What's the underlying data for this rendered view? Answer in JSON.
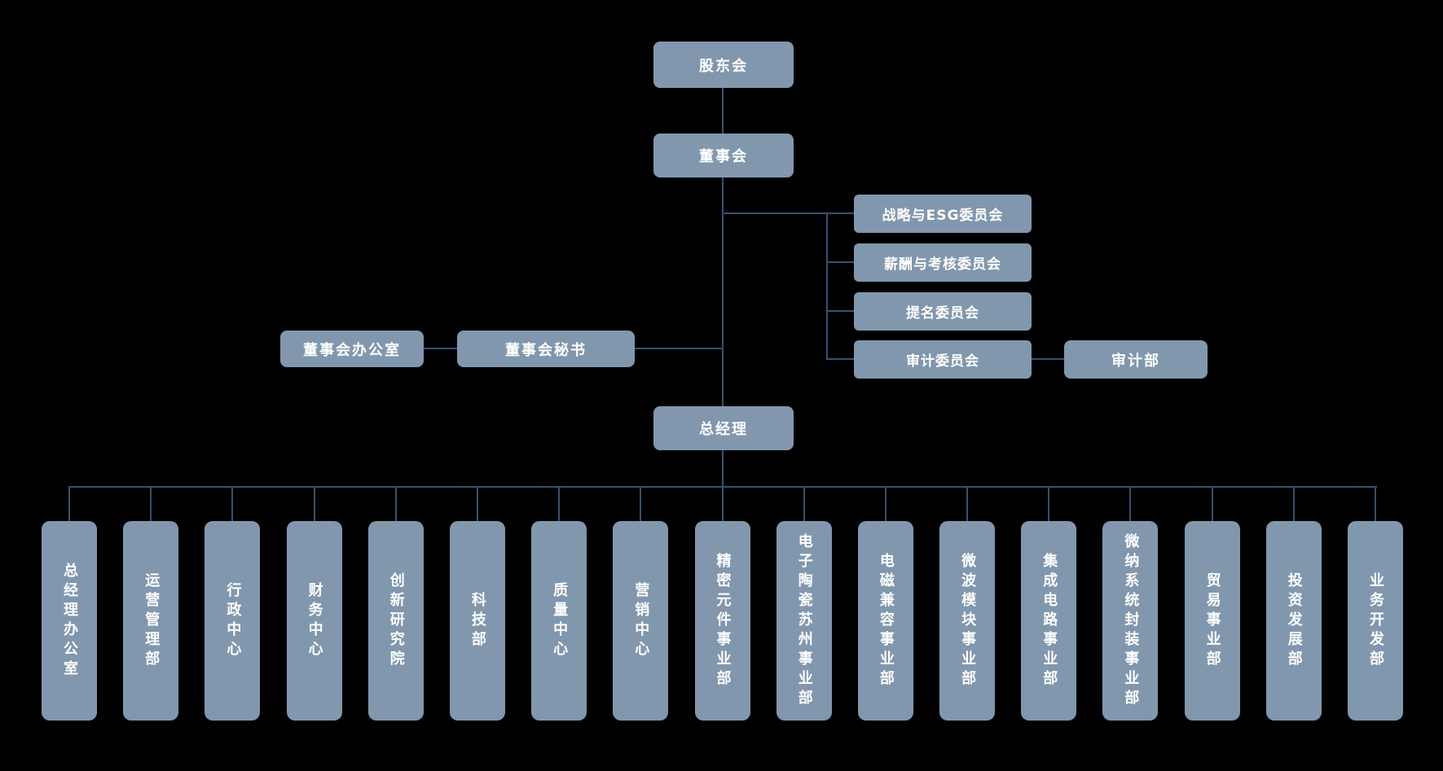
{
  "colors": {
    "background": "#000000",
    "node_fill": "#8197ae",
    "node_text": "#ffffff",
    "connector_line": "#36506f"
  },
  "org": {
    "shareholders": "股东会",
    "board": "董事会",
    "committees": [
      "战略与ESG委员会",
      "薪酬与考核委员会",
      "提名委员会",
      "审计委员会"
    ],
    "audit_dept": "审计部",
    "board_office": "董事会办公室",
    "board_secretary": "董事会秘书",
    "general_manager": "总经理",
    "departments": [
      "总经理办公室",
      "运营管理部",
      "行政中心",
      "财务中心",
      "创新研究院",
      "科技部",
      "质量中心",
      "营销中心",
      "精密元件事业部",
      "电子陶瓷苏州事业部",
      "电磁兼容事业部",
      "微波模块事业部",
      "集成电路事业部",
      "微纳系统封装事业部",
      "贸易事业部",
      "投资发展部",
      "业务开发部"
    ]
  }
}
